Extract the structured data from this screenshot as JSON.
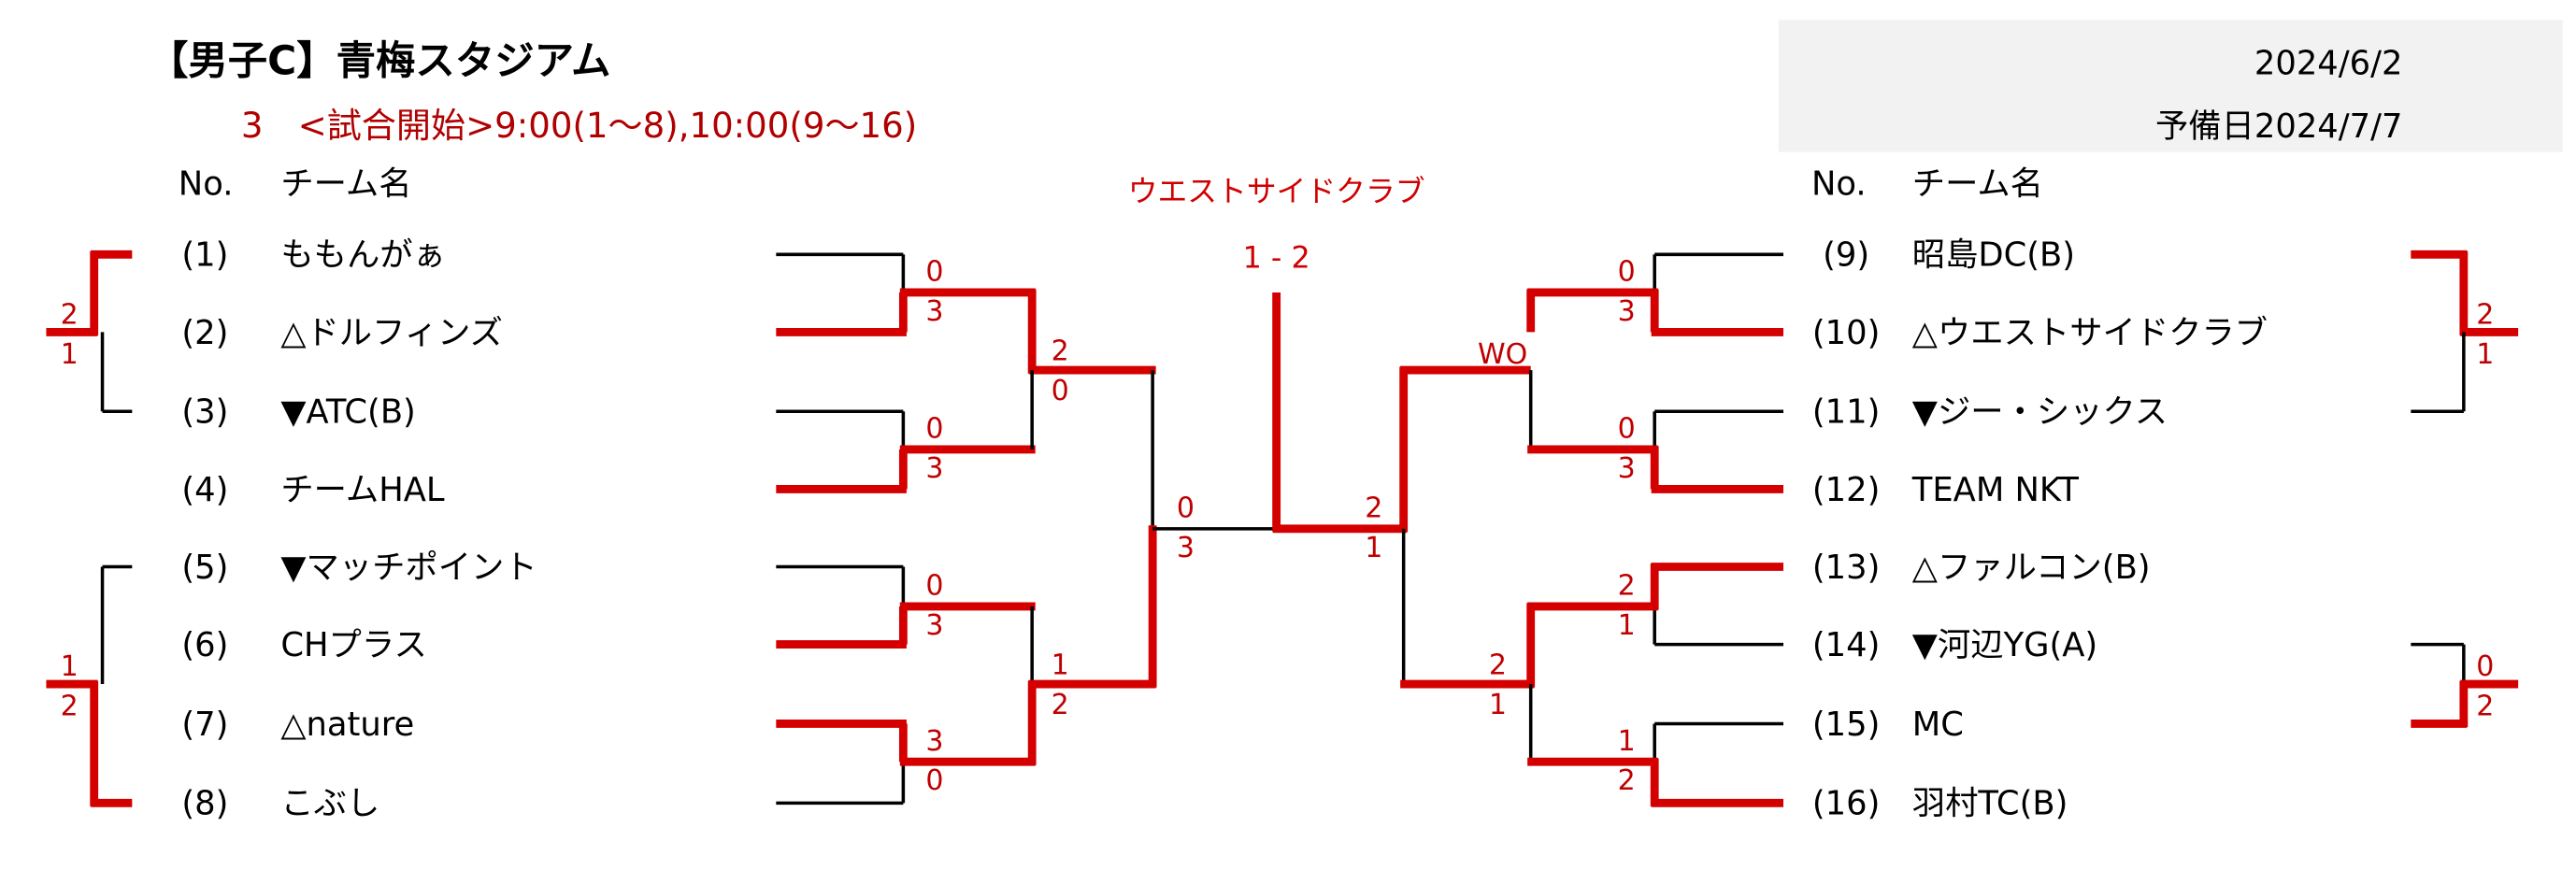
{
  "header": {
    "title": "【男子C】青梅スタジアム",
    "subtitle": "3　<試合開始>9:00(1～8),10:00(9～16)",
    "date": "2024/6/2",
    "reserve_date": "予備日2024/7/7"
  },
  "columns": {
    "no": "No.",
    "team": "チーム名"
  },
  "left_teams": [
    {
      "no": "(1)",
      "name": "ももんがぁ"
    },
    {
      "no": "(2)",
      "name": "△ドルフィンズ"
    },
    {
      "no": "(3)",
      "name": "▼ATC(B)"
    },
    {
      "no": "(4)",
      "name": "チームHAL"
    },
    {
      "no": "(5)",
      "name": "▼マッチポイント"
    },
    {
      "no": "(6)",
      "name": "CHプラス"
    },
    {
      "no": "(7)",
      "name": "△nature"
    },
    {
      "no": "(8)",
      "name": "こぶし"
    }
  ],
  "right_teams": [
    {
      "no": "(9)",
      "name": "昭島DC(B)"
    },
    {
      "no": "(10)",
      "name": "△ウエストサイドクラブ"
    },
    {
      "no": "(11)",
      "name": "▼ジー・シックス"
    },
    {
      "no": "(12)",
      "name": "TEAM NKT"
    },
    {
      "no": "(13)",
      "name": "△ファルコン(B)"
    },
    {
      "no": "(14)",
      "name": "▼河辺YG(A)"
    },
    {
      "no": "(15)",
      "name": "MC"
    },
    {
      "no": "(16)",
      "name": "羽村TC(B)"
    }
  ],
  "champion": {
    "name": "ウエストサイドクラブ",
    "final_score": "1 - 2"
  },
  "scores": {
    "l_r1_m1": [
      "0",
      "3"
    ],
    "l_r1_m2": [
      "0",
      "3"
    ],
    "l_r1_m3": [
      "0",
      "3"
    ],
    "l_r1_m4": [
      "3",
      "0"
    ],
    "l_r2_m1": [
      "2",
      "0"
    ],
    "l_r2_m2": [
      "1",
      "2"
    ],
    "l_semi": [
      "0",
      "3"
    ],
    "r_semi": [
      "2",
      "1"
    ],
    "r_r2_m1": "WO",
    "r_r2_m2": [
      "2",
      "1"
    ],
    "r_r1_m1": [
      "0",
      "3"
    ],
    "r_r1_m2": [
      "0",
      "3"
    ],
    "r_r1_m3": [
      "2",
      "1"
    ],
    "r_r1_m4": [
      "1",
      "2"
    ],
    "side_l_top": [
      "2",
      "1"
    ],
    "side_l_bottom": [
      "1",
      "2"
    ],
    "side_r_top": [
      "2",
      "1"
    ],
    "side_r_bottom": [
      "0",
      "2"
    ]
  },
  "colors": {
    "win": "#d40000",
    "lose": "#000000",
    "text_red": "#c00000",
    "panel": "#f2f2f2"
  }
}
